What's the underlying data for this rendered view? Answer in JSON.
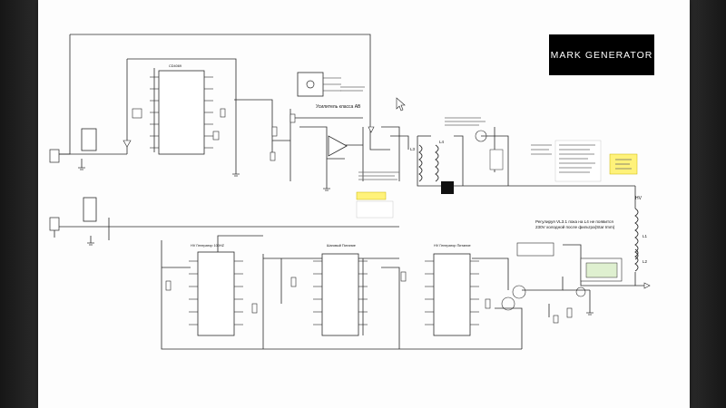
{
  "logo": {
    "text": "MARK GENERATOR",
    "bg": "#000000",
    "fg": "#ffffff"
  },
  "annotations": {
    "block_ab_title": "Усилитель класса АВ",
    "reg_note_line1": "Регулируя VL3.1 пока на L4 не появится",
    "reg_note_line2": "230V холодной после фильтра(Star Imm)",
    "label_hv": "HV",
    "label_l1": "L1",
    "label_l2": "L2",
    "label_l3": "L3",
    "label_l4": "L4",
    "ic_top_label": "CD4069",
    "gen1_label": "HV Генератор 100HZ",
    "gen2_label": "Шаговый Питание",
    "gen3_label": "HV Генератор Питание"
  },
  "colors": {
    "wire": "#2a2a2a",
    "note_yellow": "#fff27a",
    "green_box": "#dff0d0",
    "logo_bg": "#000000"
  }
}
